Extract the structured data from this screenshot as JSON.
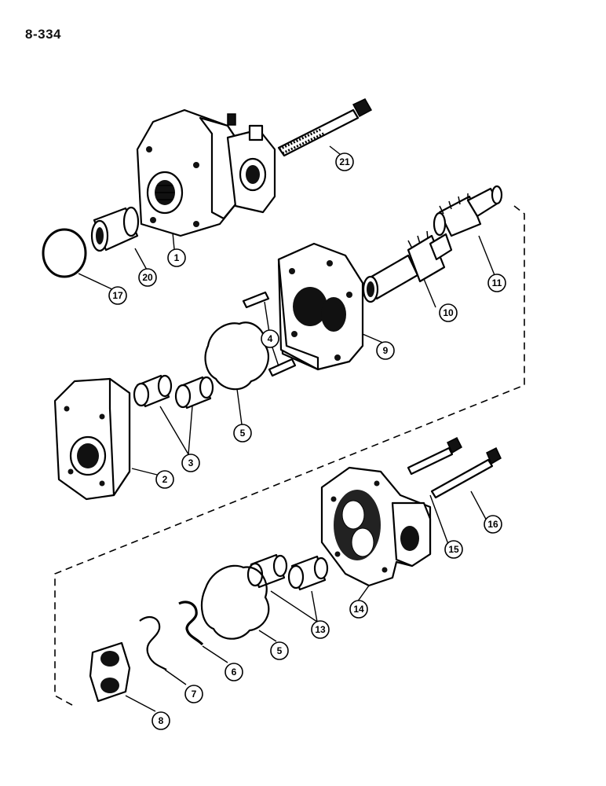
{
  "page": {
    "number": "8-334"
  },
  "callouts": [
    {
      "id": "c1",
      "label": "1"
    },
    {
      "id": "c2",
      "label": "2"
    },
    {
      "id": "c3",
      "label": "3"
    },
    {
      "id": "c4",
      "label": "4"
    },
    {
      "id": "c5a",
      "label": "5"
    },
    {
      "id": "c5b",
      "label": "5"
    },
    {
      "id": "c6",
      "label": "6"
    },
    {
      "id": "c7",
      "label": "7"
    },
    {
      "id": "c8",
      "label": "8"
    },
    {
      "id": "c9",
      "label": "9"
    },
    {
      "id": "c10",
      "label": "10"
    },
    {
      "id": "c11",
      "label": "11"
    },
    {
      "id": "c13",
      "label": "13"
    },
    {
      "id": "c14",
      "label": "14"
    },
    {
      "id": "c15",
      "label": "15"
    },
    {
      "id": "c16",
      "label": "16"
    },
    {
      "id": "c17",
      "label": "17"
    },
    {
      "id": "c20",
      "label": "20"
    },
    {
      "id": "c21",
      "label": "21"
    }
  ]
}
